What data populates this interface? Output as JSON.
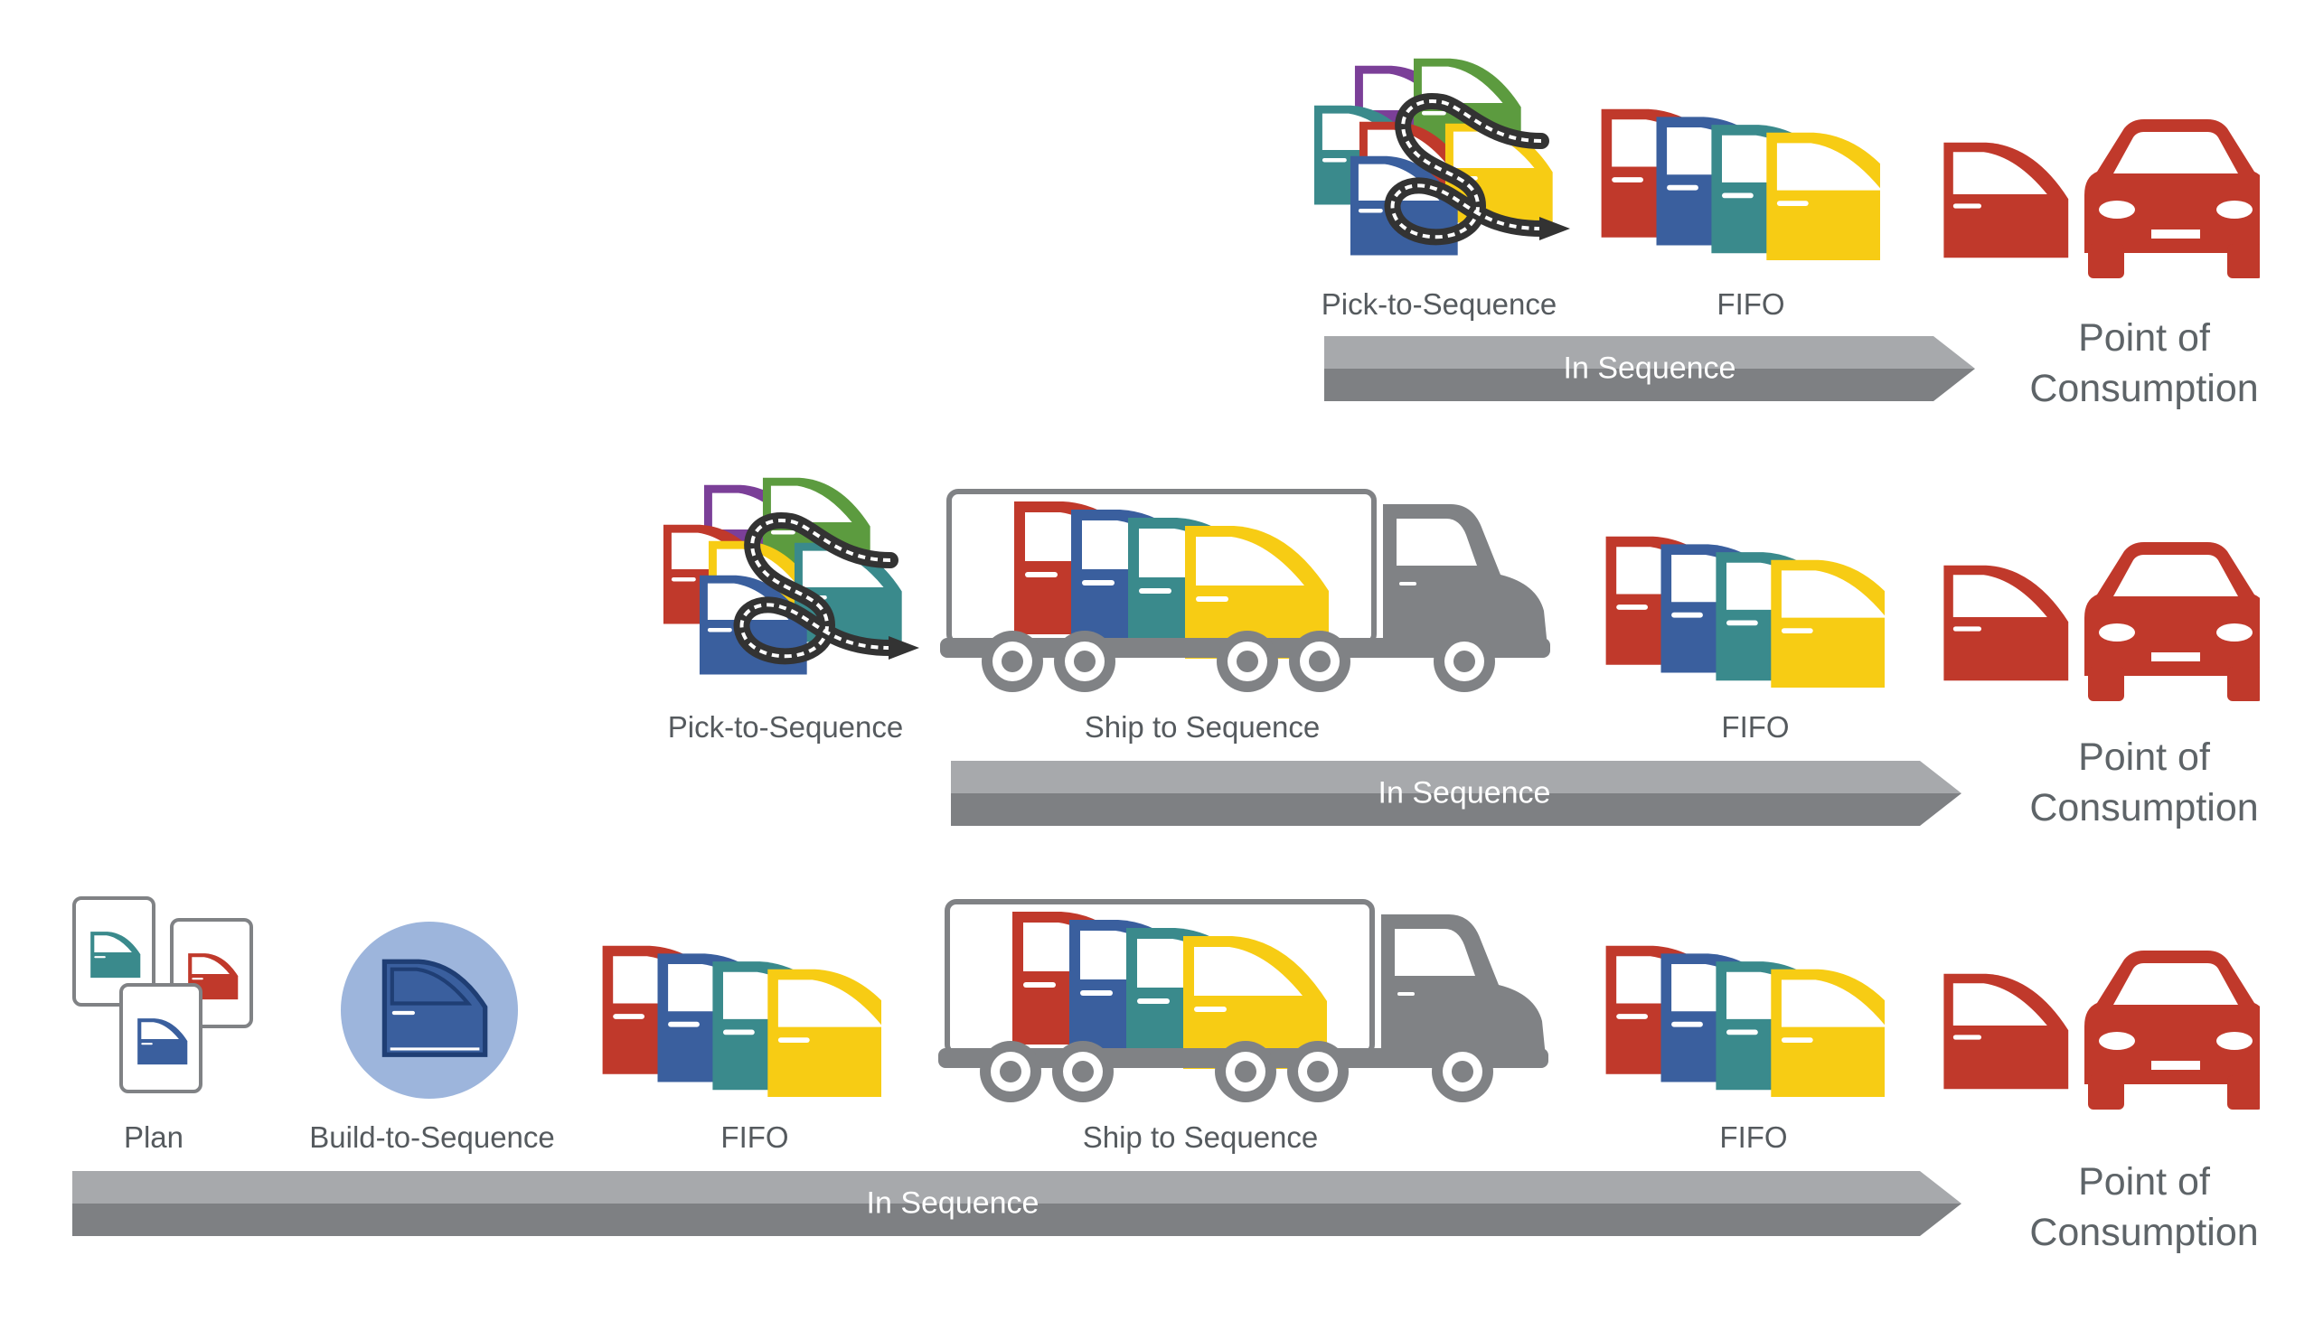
{
  "colors": {
    "red": "#c0392b",
    "blue": "#3a5f9e",
    "teal": "#3a8a8c",
    "yellow": "#f7cc14",
    "purple": "#7b3f98",
    "green": "#5c9b3f",
    "truck": "#808285",
    "arrow_top": "#a7a9ac",
    "arrow_bottom": "#7e8083",
    "build_circle": "#9db5dc",
    "plan_border": "#808285"
  },
  "rows": [
    {
      "id": "row-1",
      "steps": [
        {
          "type": "pick",
          "label": "Pick-to-Sequence"
        },
        {
          "type": "fifo",
          "label": "FIFO"
        }
      ],
      "arrow_label": "In Sequence",
      "destination": {
        "line1": "Point of",
        "line2": "Consumption"
      }
    },
    {
      "id": "row-2",
      "steps": [
        {
          "type": "pick",
          "label": "Pick-to-Sequence"
        },
        {
          "type": "ship",
          "label": "Ship to Sequence"
        },
        {
          "type": "fifo",
          "label": "FIFO"
        }
      ],
      "arrow_label": "In Sequence",
      "destination": {
        "line1": "Point of",
        "line2": "Consumption"
      }
    },
    {
      "id": "row-3",
      "steps": [
        {
          "type": "plan",
          "label": "Plan"
        },
        {
          "type": "build",
          "label": "Build-to-Sequence"
        },
        {
          "type": "fifo",
          "label": "FIFO"
        },
        {
          "type": "ship",
          "label": "Ship to Sequence"
        },
        {
          "type": "fifo",
          "label": "FIFO"
        }
      ],
      "arrow_label": "In Sequence",
      "destination": {
        "line1": "Point of",
        "line2": "Consumption"
      }
    }
  ]
}
